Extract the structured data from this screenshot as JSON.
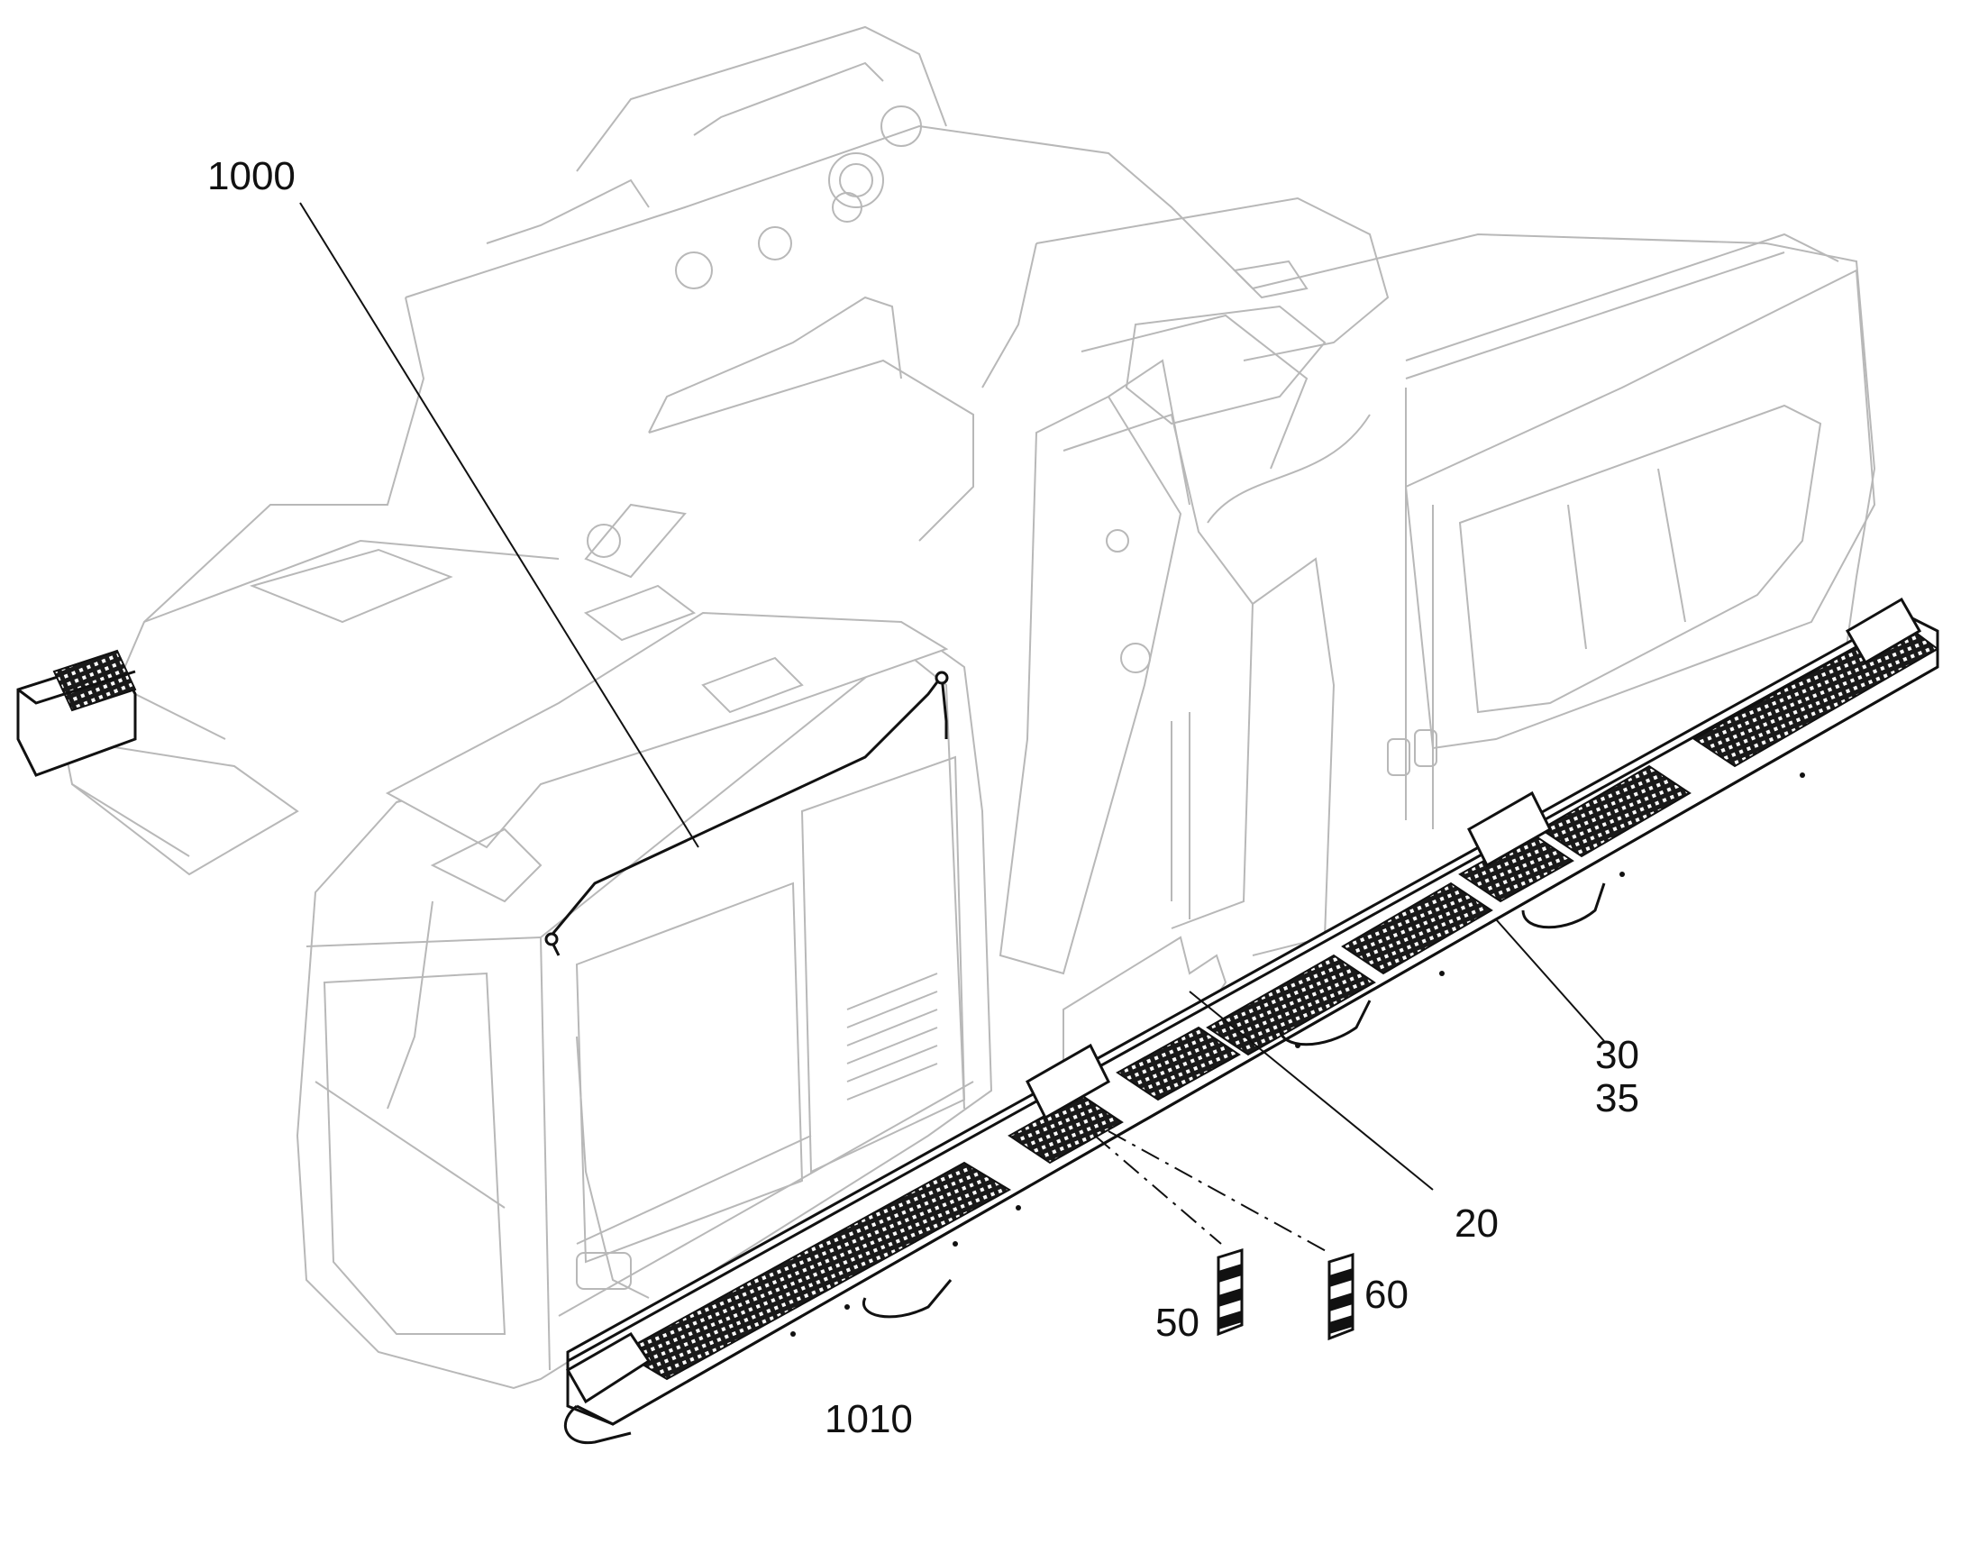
{
  "labels": {
    "cab_handrail": "1000",
    "front_step": "1010",
    "plate": "20",
    "walkway_top": "30",
    "walkway_bottom": "35",
    "pad_left": "50",
    "pad_right": "60"
  },
  "colors": {
    "line_dark": "#111111",
    "line_light": "#b8b8b8",
    "background": "#ffffff"
  }
}
